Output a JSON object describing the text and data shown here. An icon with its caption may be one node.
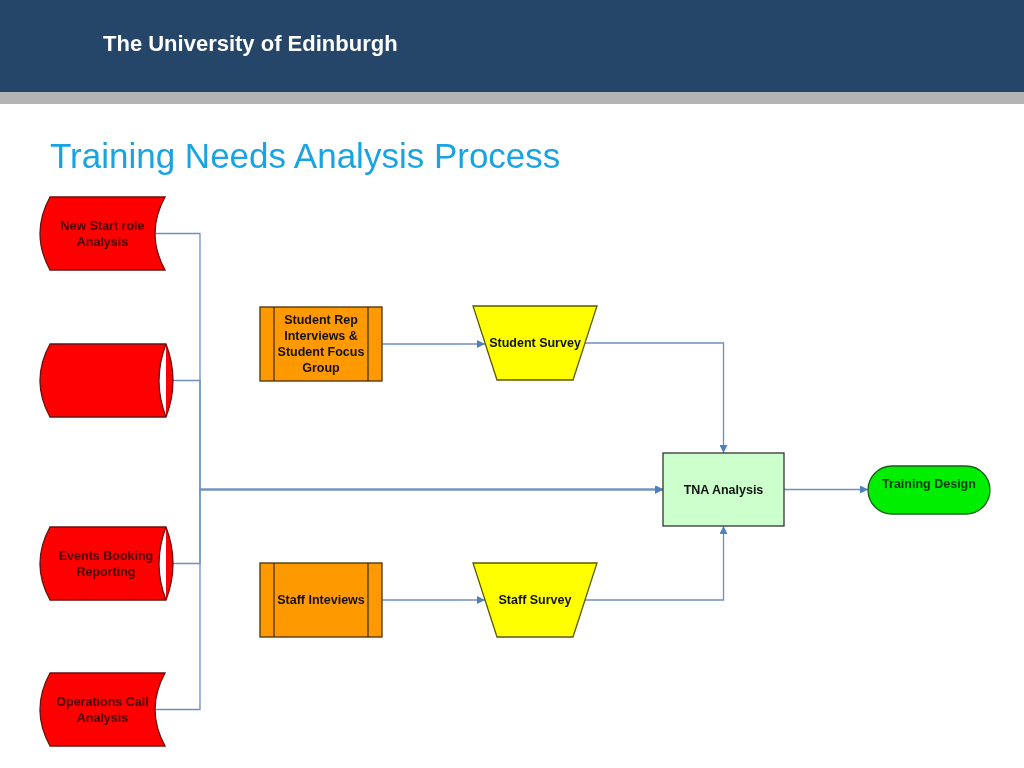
{
  "diagram": {
    "title": "Training Needs Analysis Process",
    "nodes": [
      {
        "text": [
          "New Start role Analysis"
        ]
      },
      {
        "text": [],
        "shape": "cylinder"
      },
      {
        "text": [
          "Events Booking Reporting"
        ]
      },
      {
        "text": [
          "Operations Call Analysis"
        ]
      },
      {
        "text": [
          "Student Rep Interviews & Student Focus Group"
        ]
      },
      {
        "text": [
          "Student Survey"
        ]
      },
      {
        "text": [
          "Staff Inteviews"
        ]
      },
      {
        "text": [
          "Staff Survey"
        ]
      },
      {
        "text": [
          "TNA Analysis"
        ]
      },
      {
        "text": [
          "Training Design"
        ]
      }
    ],
    "edges": [
      {
        "from": 0,
        "to": 8,
        "arrow": "to"
      },
      {
        "from": 1,
        "to": 8,
        "arrow": "to"
      },
      {
        "from": 2,
        "to": 8,
        "arrow": "to"
      },
      {
        "from": 3,
        "to": 8,
        "arrow": "to"
      },
      {
        "from": 4,
        "to": 5,
        "arrow": "to"
      },
      {
        "from": 5,
        "to": 8,
        "arrow": "to"
      },
      {
        "from": 6,
        "to": 7,
        "arrow": "to"
      },
      {
        "from": 7,
        "to": 8,
        "arrow": "to"
      },
      {
        "from": 8,
        "to": 9,
        "arrow": "to"
      }
    ],
    "labels": [
      "The University of Edinburgh"
    ]
  }
}
